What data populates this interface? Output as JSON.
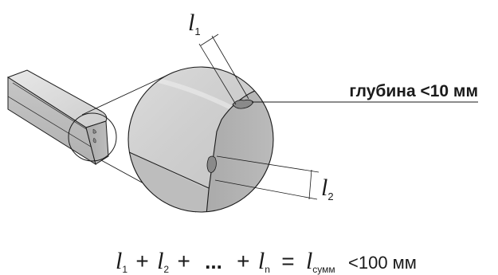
{
  "labels": {
    "l1": {
      "letter": "l",
      "sub": "1"
    },
    "l2": {
      "letter": "l",
      "sub": "2"
    },
    "depth": "глубина <10 мм"
  },
  "formula": {
    "t1": "l",
    "s1": "1",
    "plus1": "+",
    "t2": "l",
    "s2": "2",
    "plus2": "+",
    "dots": "...",
    "plus3": "+",
    "tn": "l",
    "sn": "n",
    "eq": "=",
    "tsum": "l",
    "ssum": "сумм",
    "limit": "<100 мм"
  },
  "colors": {
    "face_light": "#e6e6e6",
    "face_mid": "#cfcfcf",
    "face_dark": "#b4b4b4",
    "stroke": "#1a1a1a",
    "chip": "#8a8a8a"
  }
}
